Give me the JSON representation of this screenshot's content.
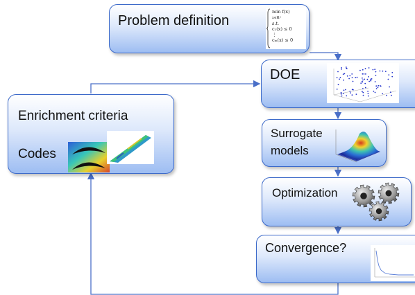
{
  "nodes": {
    "problem": {
      "label": "Problem definition"
    },
    "doe": {
      "label": "DOE"
    },
    "surrogate": {
      "label_line1": "Surrogate",
      "label_line2": "models"
    },
    "optimization": {
      "label": "Optimization"
    },
    "convergence": {
      "label": "Convergence?"
    },
    "enrichment": {
      "title": "Enrichment criteria",
      "codes_label": "Codes"
    }
  },
  "formula": {
    "objective": "min f(x)",
    "objective_sub": "x∈ℝᵈ",
    "st": "s.t.",
    "c1": "c₁(x) ≤ 0",
    "dots": "⋮",
    "cm": "cₘ(x) ≤ 0"
  },
  "colors": {
    "box_border": "#3b69c9",
    "box_fill_top": "#ffffff",
    "box_fill_bottom": "#9dbdf2",
    "connector": "#4a6fc8"
  }
}
